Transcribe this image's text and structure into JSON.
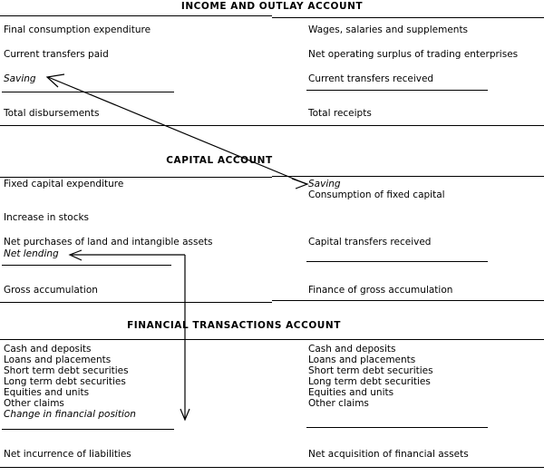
{
  "document": {
    "title": "Institutional sector accounts framework"
  },
  "sections": [
    {
      "id": "income-and-outlay",
      "title": "INCOME AND OUTLAY ACCOUNT",
      "left": {
        "items": [
          {
            "label": "Final consumption expenditure",
            "italic": false
          },
          {
            "label": "Current transfers paid",
            "italic": false
          },
          {
            "label": "Saving",
            "italic": true
          }
        ],
        "total": "Total disbursements"
      },
      "right": {
        "items": [
          {
            "label": "Wages, salaries and supplements",
            "italic": false
          },
          {
            "label": "Net operating surplus of trading enterprises",
            "italic": false
          },
          {
            "label": "Current transfers received",
            "italic": false
          }
        ],
        "total": "Total receipts"
      }
    },
    {
      "id": "capital",
      "title": "CAPITAL ACCOUNT",
      "left": {
        "items": [
          {
            "label": "Fixed capital expenditure",
            "italic": false
          },
          {
            "label": "Increase in stocks",
            "italic": false
          },
          {
            "label": "Net purchases of land and intangible assets",
            "italic": false
          },
          {
            "label": "Net lending",
            "italic": true
          }
        ],
        "total": "Gross accumulation"
      },
      "right": {
        "items": [
          {
            "label": "Saving",
            "italic": true
          },
          {
            "label": "Consumption of fixed capital",
            "italic": false
          },
          {
            "label": "Capital transfers received",
            "italic": false
          }
        ],
        "total": "Finance of gross accumulation"
      }
    },
    {
      "id": "financial-transactions",
      "title": "FINANCIAL TRANSACTIONS ACCOUNT",
      "left": {
        "items": [
          {
            "label": "Cash and deposits",
            "italic": false
          },
          {
            "label": "Loans and placements",
            "italic": false
          },
          {
            "label": "Short term debt securities",
            "italic": false
          },
          {
            "label": "Long term debt securities",
            "italic": false
          },
          {
            "label": "Equities and units",
            "italic": false
          },
          {
            "label": "Other claims",
            "italic": false
          },
          {
            "label": "Change in financial position",
            "italic": true
          }
        ],
        "total": "Net incurrence of liabilities"
      },
      "right": {
        "items": [
          {
            "label": "Cash and deposits",
            "italic": false
          },
          {
            "label": "Loans and placements",
            "italic": false
          },
          {
            "label": "Short term debt securities",
            "italic": false
          },
          {
            "label": "Long term debt securities",
            "italic": false
          },
          {
            "label": "Equities and units",
            "italic": false
          },
          {
            "label": "Other claims",
            "italic": false
          }
        ],
        "total": "Net acquisition of financial assets"
      }
    }
  ],
  "connectors": [
    {
      "id": "saving-link",
      "from": "Saving",
      "to": "Saving",
      "style": "double-headed-diagonal"
    },
    {
      "id": "net-lending-link",
      "from": "Net lending",
      "to": "Change in financial position",
      "style": "elbow-arrow"
    }
  ],
  "colors": {
    "ink": "#000000",
    "paper": "#ffffff"
  }
}
